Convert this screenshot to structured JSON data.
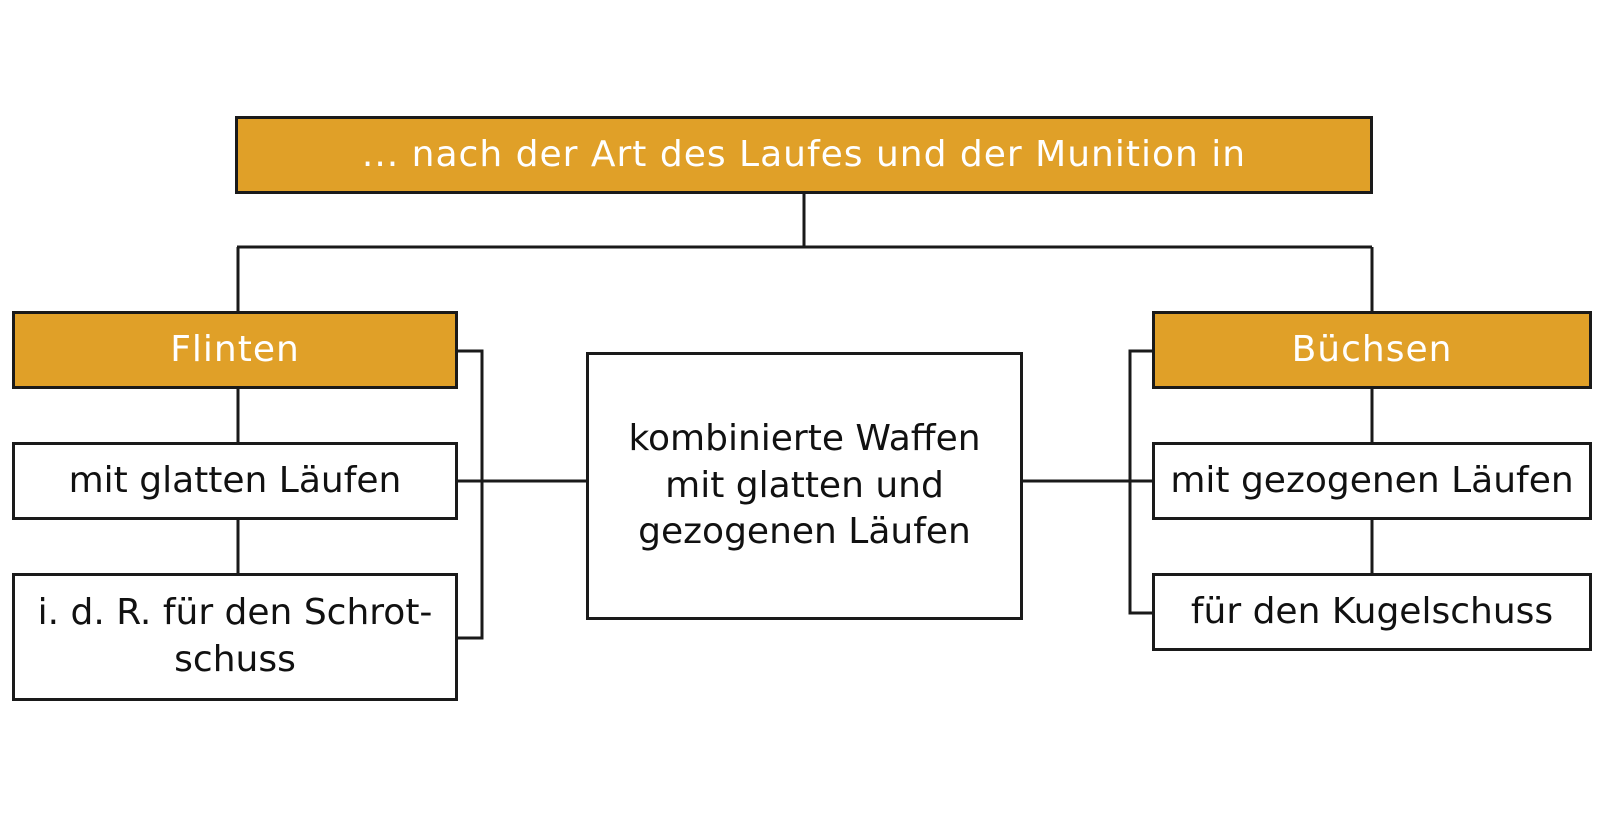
{
  "colors": {
    "accent": "#E0A028",
    "border": "#1A1A1A",
    "box_background": "#FFFFFF"
  },
  "root": {
    "label": "... nach der Art des Laufes und der Munition in"
  },
  "flinten": {
    "title": "Flinten",
    "items": [
      "mit glatten Läufen",
      "i. d. R. für den Schrot-\nschuss"
    ]
  },
  "buechsen": {
    "title": "Büchsen",
    "items": [
      "mit gezogenen Läufen",
      "für den Kugelschuss"
    ]
  },
  "combined": {
    "label": "kombinierte Waffen mit glatten und gezogenen Läufen"
  }
}
